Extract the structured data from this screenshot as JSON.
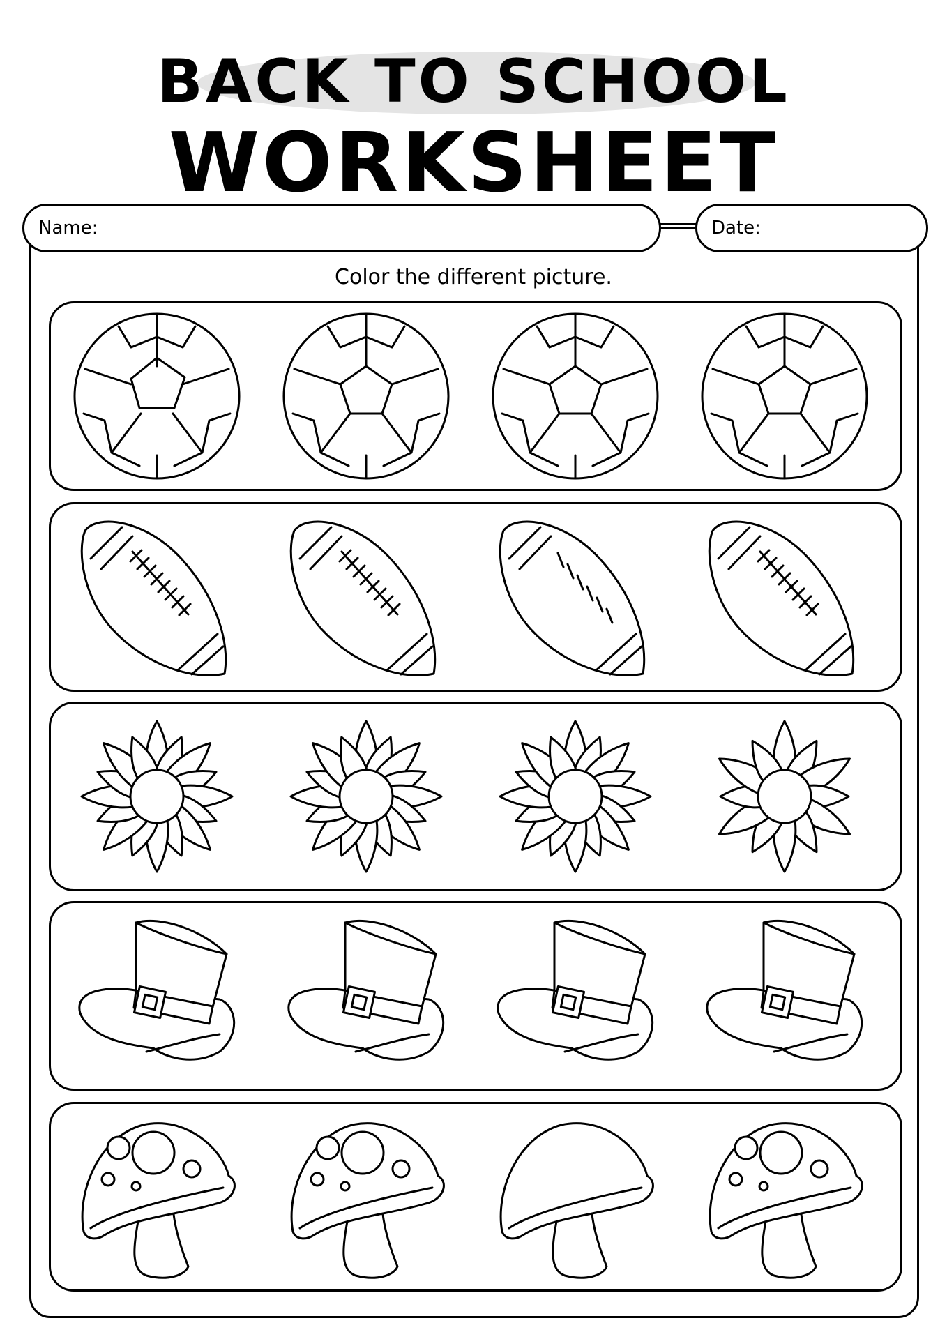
{
  "title": {
    "line1": "BACK TO SCHOOL",
    "line2": "WORKSHEET"
  },
  "fields": {
    "name_label": "Name:",
    "date_label": "Date:"
  },
  "instruction": "Color the different picture.",
  "rows": [
    {
      "picture": "soccer-ball",
      "variants": [
        "different",
        "same",
        "same",
        "same"
      ]
    },
    {
      "picture": "football",
      "variants": [
        "same",
        "same",
        "different",
        "same"
      ]
    },
    {
      "picture": "flower",
      "variants": [
        "same",
        "same",
        "same",
        "different"
      ]
    },
    {
      "picture": "top-hat",
      "variants": [
        "same",
        "same",
        "same",
        "same"
      ]
    },
    {
      "picture": "mushroom",
      "variants": [
        "same",
        "same",
        "different",
        "same"
      ]
    }
  ],
  "colors": {
    "line": "#000000",
    "title_highlight": "#e4e4e4",
    "background": "#ffffff"
  }
}
